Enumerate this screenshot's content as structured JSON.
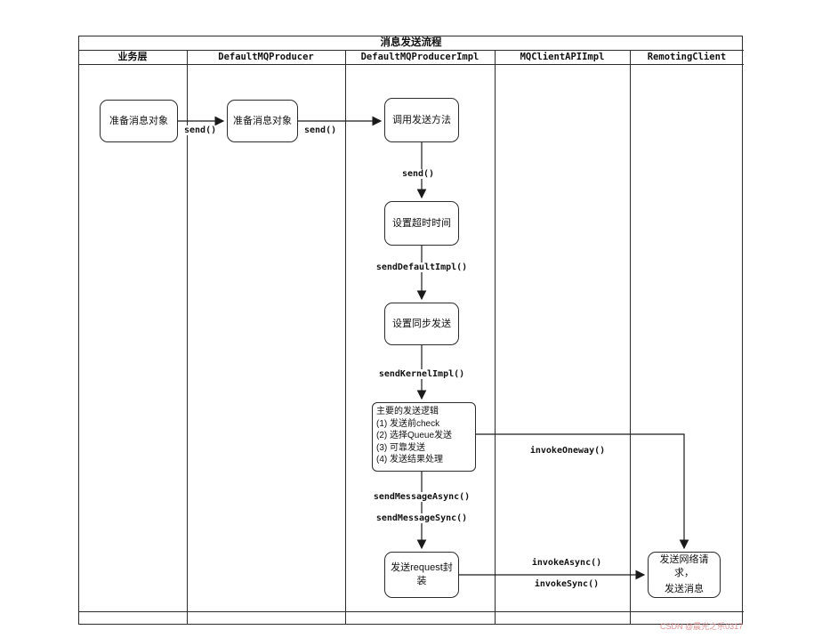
{
  "diagram": {
    "title": "消息发送流程",
    "lanes": [
      {
        "label": "业务层"
      },
      {
        "label": "DefaultMQProducer"
      },
      {
        "label": "DefaultMQProducerImpl"
      },
      {
        "label": "MQClientAPIImpl"
      },
      {
        "label": "RemotingClient"
      }
    ],
    "nodes": {
      "prepare_message_business": "准备消息对象",
      "prepare_message_producer": "准备消息对象",
      "call_send_method": "调用发送方法",
      "set_timeout": "设置超时时间",
      "set_sync_send": "设置同步发送",
      "main_send_logic_lines": [
        "主要的发送逻辑",
        "(1) 发送前check",
        "(2) 选择Queue发送",
        "(3) 可靠发送",
        "(4) 发送结果处理"
      ],
      "send_request_wrap": "发送request封装",
      "network_send_line1": "发送网络请求，",
      "network_send_line2": "发送消息"
    },
    "edges": {
      "send_1": "send()",
      "send_2": "send()",
      "send_3": "send()",
      "send_default_impl": "sendDefaultImpl()",
      "send_kernel_impl": "sendKernelImpl()",
      "invoke_oneway": "invokeOneway()",
      "send_message_async": "sendMessageAsync()",
      "send_message_sync": "sendMessageSync()",
      "invoke_async": "invokeAsync()",
      "invoke_sync": "invokeSync()"
    }
  },
  "watermark": {
    "text": "CSDN @晨光之乐0317",
    "color": "#dc9191"
  }
}
